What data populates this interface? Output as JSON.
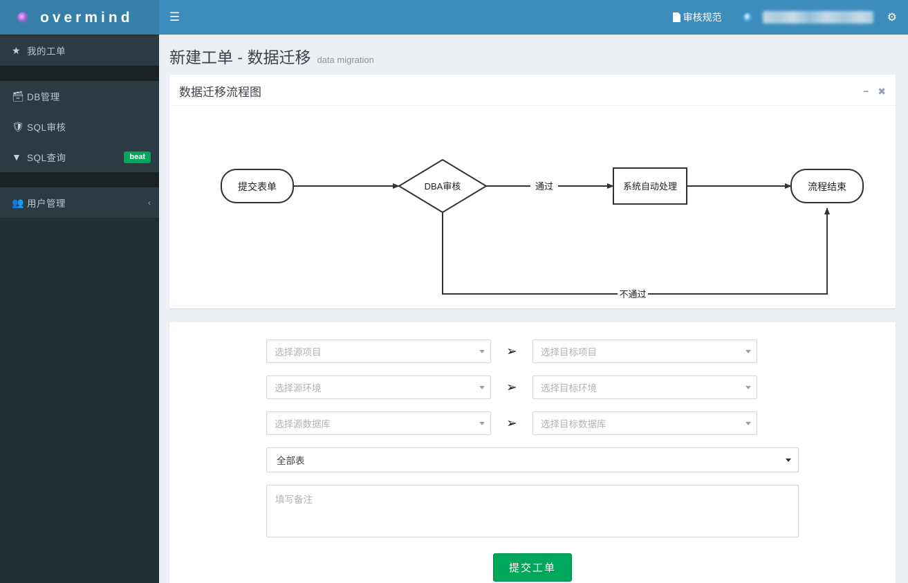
{
  "brand": {
    "name": "overmind",
    "logo_icon": "hexagon-purple-logo"
  },
  "sidebar": {
    "items": [
      {
        "label": "我的工单",
        "icon": "star-icon",
        "badge": null,
        "chevron": null,
        "active": true
      },
      {
        "label": "DB管理",
        "icon": "database-icon",
        "badge": null,
        "chevron": null,
        "active": false
      },
      {
        "label": "SQL审核",
        "icon": "shield-heart-icon",
        "badge": null,
        "chevron": null,
        "active": false
      },
      {
        "label": "SQL查询",
        "icon": "filter-icon",
        "badge": "beat",
        "chevron": null,
        "active": false
      },
      {
        "label": "用户管理",
        "icon": "users-icon",
        "badge": null,
        "chevron": "‹",
        "active": false
      }
    ]
  },
  "topbar": {
    "menu_toggle_icon": "hamburger-icon",
    "spec_link": "审核规范",
    "spec_icon": "document-icon",
    "avatar_icon": "hexagon-blue-avatar",
    "username": "",
    "settings_icon": "gears-icon"
  },
  "page": {
    "title": "新建工单 - 数据迁移",
    "subtitle": "data migration"
  },
  "flow_card": {
    "title": "数据迁移流程图",
    "minimize_icon": "minus-icon",
    "close_icon": "close-icon"
  },
  "flowchart": {
    "nodes": [
      {
        "id": "start",
        "label": "提交表单",
        "shape": "rounded"
      },
      {
        "id": "review",
        "label": "DBA审核",
        "shape": "diamond"
      },
      {
        "id": "auto",
        "label": "系统自动处理",
        "shape": "rect"
      },
      {
        "id": "end",
        "label": "流程结束",
        "shape": "rounded"
      }
    ],
    "edges": [
      {
        "from": "start",
        "to": "review",
        "label": ""
      },
      {
        "from": "review",
        "to": "auto",
        "label": "通过"
      },
      {
        "from": "auto",
        "to": "end",
        "label": ""
      },
      {
        "from": "review",
        "to": "end",
        "label": "不通过"
      }
    ],
    "stroke": "#333333"
  },
  "form": {
    "rows": [
      {
        "source_placeholder": "选择源项目",
        "target_placeholder": "选择目标项目",
        "arrow_icon": "arrow-right-icon"
      },
      {
        "source_placeholder": "选择源环境",
        "target_placeholder": "选择目标环境",
        "arrow_icon": "arrow-right-icon"
      },
      {
        "source_placeholder": "选择源数据库",
        "target_placeholder": "选择目标数据库",
        "arrow_icon": "arrow-right-icon"
      }
    ],
    "tables_select_value": "全部表",
    "remark_placeholder": "填写备注",
    "submit_label": "提交工单"
  },
  "colors": {
    "header_blue": "#3c8dbc",
    "logo_blue": "#367fa9",
    "sidebar_dark": "#222d32",
    "sidebar_active": "#2c3b41",
    "body_bg": "#ecf0f5",
    "success_green": "#00a65a"
  }
}
